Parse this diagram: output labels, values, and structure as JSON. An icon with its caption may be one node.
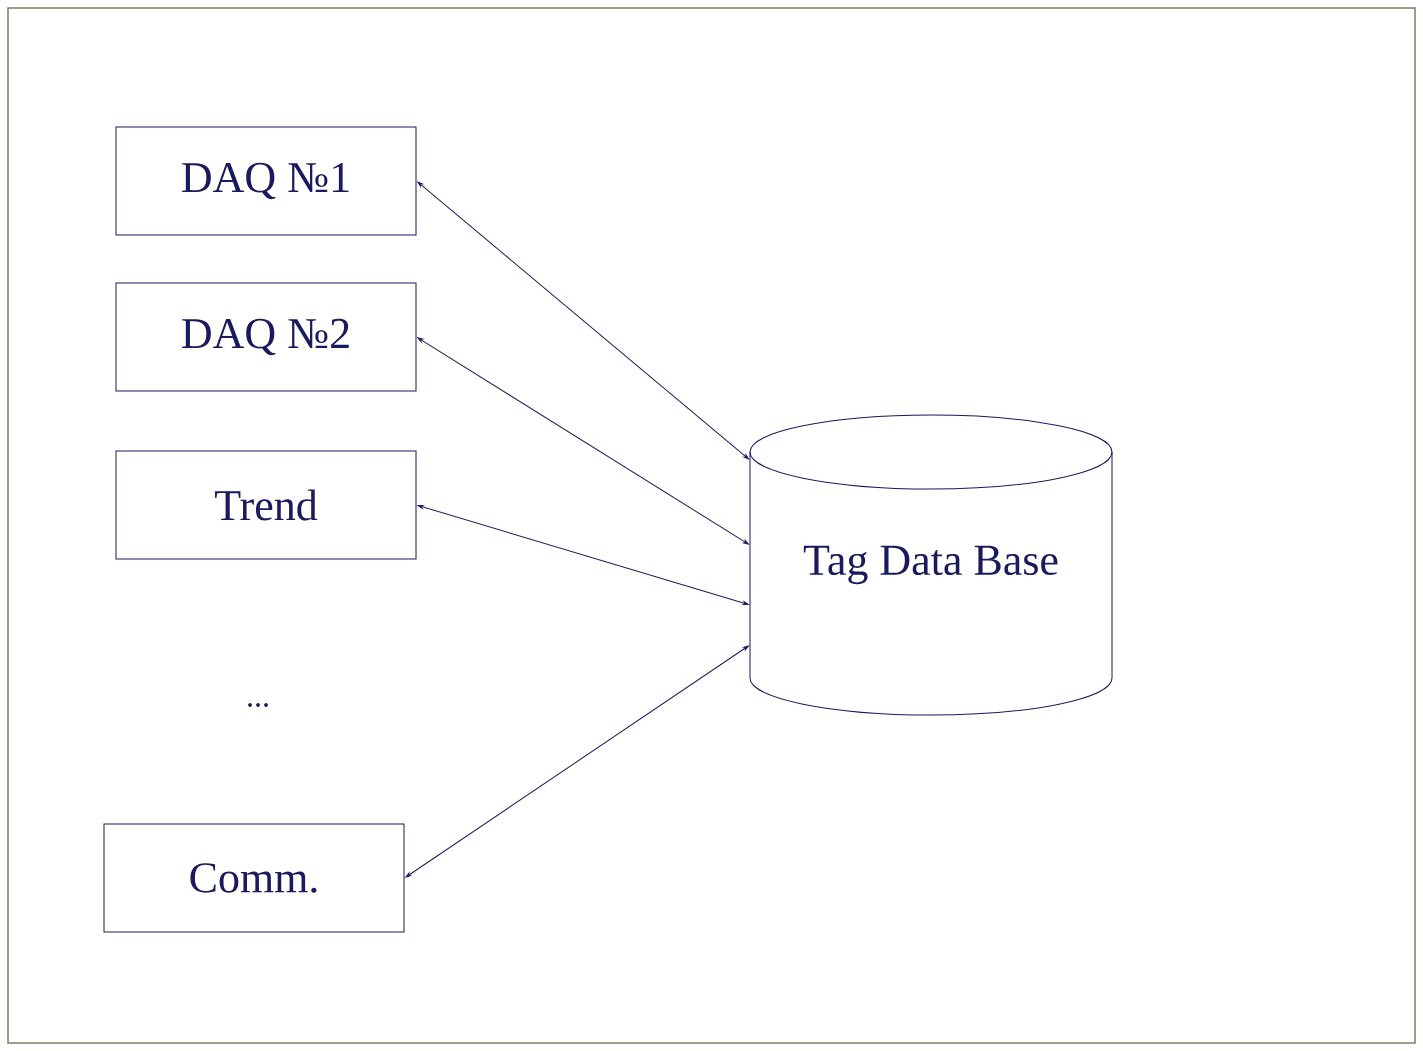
{
  "diagram": {
    "nodes": [
      {
        "text": [
          "DAQ №1"
        ]
      },
      {
        "text": [
          "DAQ №2"
        ]
      },
      {
        "text": [
          "Trend"
        ]
      },
      {
        "text": [
          "Comm."
        ]
      },
      {
        "text": [
          "Tag Data Base"
        ]
      }
    ],
    "edges": [
      {
        "from": 0,
        "to": 4,
        "arrow": "both"
      },
      {
        "from": 1,
        "to": 4,
        "arrow": "both"
      },
      {
        "from": 2,
        "to": 4,
        "arrow": "both"
      },
      {
        "from": 3,
        "to": 4,
        "arrow": "both"
      }
    ],
    "labels": [
      "..."
    ]
  }
}
